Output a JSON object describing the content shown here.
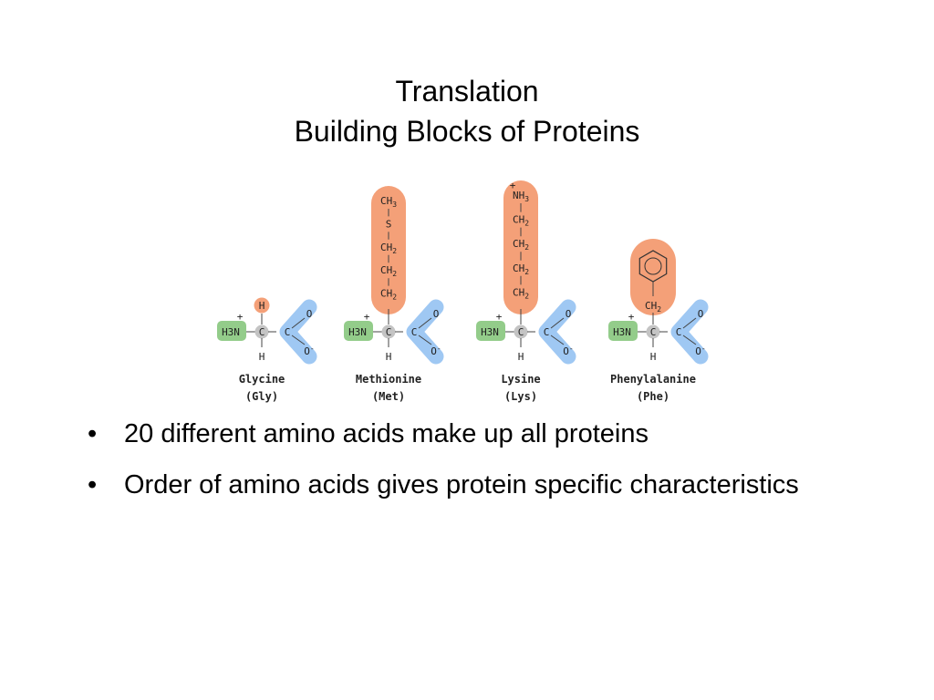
{
  "slide": {
    "title_line1": "Translation",
    "title_line2": "Building Blocks of Proteins"
  },
  "figure": {
    "labels": {
      "h3n": "H3N",
      "plus": "+",
      "c": "C",
      "h": "H",
      "o": "O",
      "o_minus": "O-",
      "ch3": "CH3",
      "s": "S",
      "ch2": "CH2",
      "nh3": "NH3"
    },
    "amino_acids": [
      {
        "name": "Glycine",
        "abbr": "(Gly)"
      },
      {
        "name": "Methionine",
        "abbr": "(Met)"
      },
      {
        "name": "Lysine",
        "abbr": "(Lys)"
      },
      {
        "name": "Phenylalanine",
        "abbr": "(Phe)"
      }
    ],
    "colors": {
      "side_chain": "#f4a078",
      "amino_group": "#93cc8a",
      "carboxyl_group": "#9fc8f3"
    }
  },
  "bullets": [
    "20 different amino acids make up all proteins",
    "Order of amino acids gives protein specific characteristics"
  ]
}
